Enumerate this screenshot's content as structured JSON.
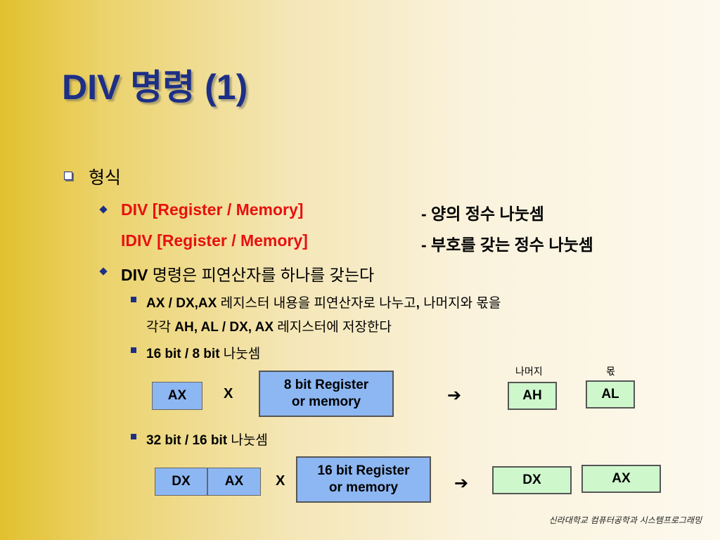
{
  "title": "DIV 명령 (1)",
  "section": {
    "heading": "형식",
    "div_syntax": "DIV [Register / Memory]",
    "div_desc": "- 양의 정수 나눗셈",
    "idiv_syntax": "IDIV [Register / Memory]",
    "idiv_desc": "- 부호를 갖는 정수 나눗셈",
    "operand_note": {
      "prefix": "DIV",
      "rest": " 명령은 피연산자를 하나를 갖는다"
    },
    "sub1": {
      "p1": "AX / DX,AX",
      "p2": " 레지스터 내용을 피연산자로 나누고",
      "p3": ",",
      "p4": " 나머지와 몫을",
      "line2_a": "각각 ",
      "line2_b": "AH, AL / DX, AX",
      "line2_c": " 레지스터에 저장한다"
    },
    "sub2": {
      "bits": "16 bit / 8 bit",
      "word": " 나눗셈"
    },
    "sub3": {
      "bits": "32 bit / 16 bit",
      "word": " 나눗셈"
    }
  },
  "diagram1": {
    "dividend": "AX",
    "operator": "X",
    "divisor_line1": "8 bit Register",
    "divisor_line2": "or memory",
    "arrow": "➔",
    "remainder_label": "나머지",
    "quotient_label": "몫",
    "remainder_reg": "AH",
    "quotient_reg": "AL"
  },
  "diagram2": {
    "dividend_high": "DX",
    "dividend_low": "AX",
    "operator": "X",
    "divisor_line1": "16 bit Register",
    "divisor_line2": "or memory",
    "arrow": "➔",
    "remainder_reg": "DX",
    "quotient_reg": "AX"
  },
  "footer": "신라대학교 컴퓨터공학과 시스템프로그래밍",
  "colors": {
    "title": "#1d2f86",
    "accent_red": "#e81010",
    "register_blue": "#8db7f3",
    "register_green": "#cff7cc"
  }
}
